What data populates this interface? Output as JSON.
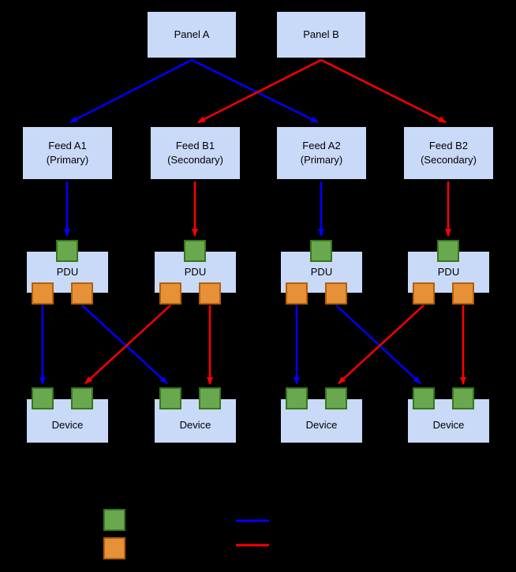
{
  "diagram": {
    "panels": [
      {
        "label": "Panel A"
      },
      {
        "label": "Panel B"
      }
    ],
    "feeds": [
      {
        "name": "Feed A1",
        "type": "(Primary)"
      },
      {
        "name": "Feed B1",
        "type": "(Secondary)"
      },
      {
        "name": "Feed A2",
        "type": "(Primary)"
      },
      {
        "name": "Feed B2",
        "type": "(Secondary)"
      }
    ],
    "pdu_label": "PDU",
    "device_label": "Device",
    "colors": {
      "background": "#000000",
      "node_fill": "#c9daf8",
      "node_border": "#000000",
      "input_port_fill": "#6aa84f",
      "input_port_border": "#38761d",
      "output_port_fill": "#e69138",
      "output_port_border": "#b45f06",
      "primary_path": "#0000ff",
      "secondary_path": "#ff0000"
    }
  },
  "legend": {
    "swatches": [
      {
        "name": "input-port-swatch",
        "color": "#6aa84f"
      },
      {
        "name": "output-port-swatch",
        "color": "#e69138"
      },
      {
        "name": "primary-path-line",
        "color": "#0000ff"
      },
      {
        "name": "secondary-path-line",
        "color": "#ff0000"
      }
    ]
  }
}
